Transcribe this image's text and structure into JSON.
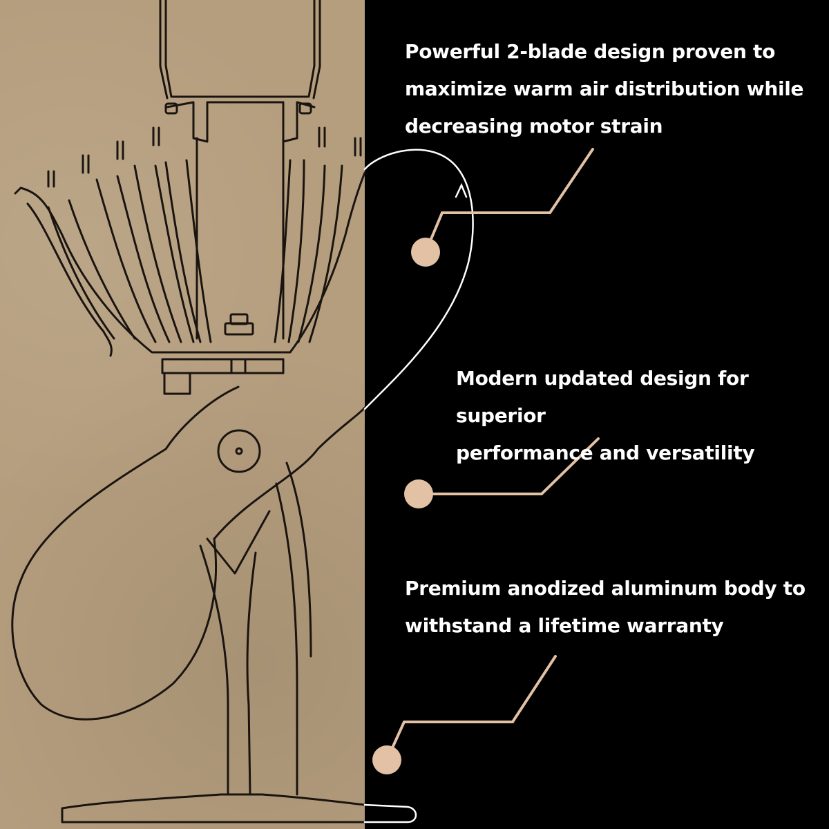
{
  "features": [
    {
      "text": "Powerful 2-blade design proven to\nmaximize warm air distribution while\ndecreasing motor strain"
    },
    {
      "text": "Modern updated design for superior\nperformance and versatility"
    },
    {
      "text": "Premium anodized aluminum body to\nwithstand a lifetime warranty"
    }
  ],
  "colors": {
    "kraft_background": "#b59e7e",
    "dark_background": "#000000",
    "callout_accent": "#e2c1a5",
    "outline_dark": "#1a1410",
    "outline_light": "#ffffff",
    "text": "#ffffff"
  }
}
